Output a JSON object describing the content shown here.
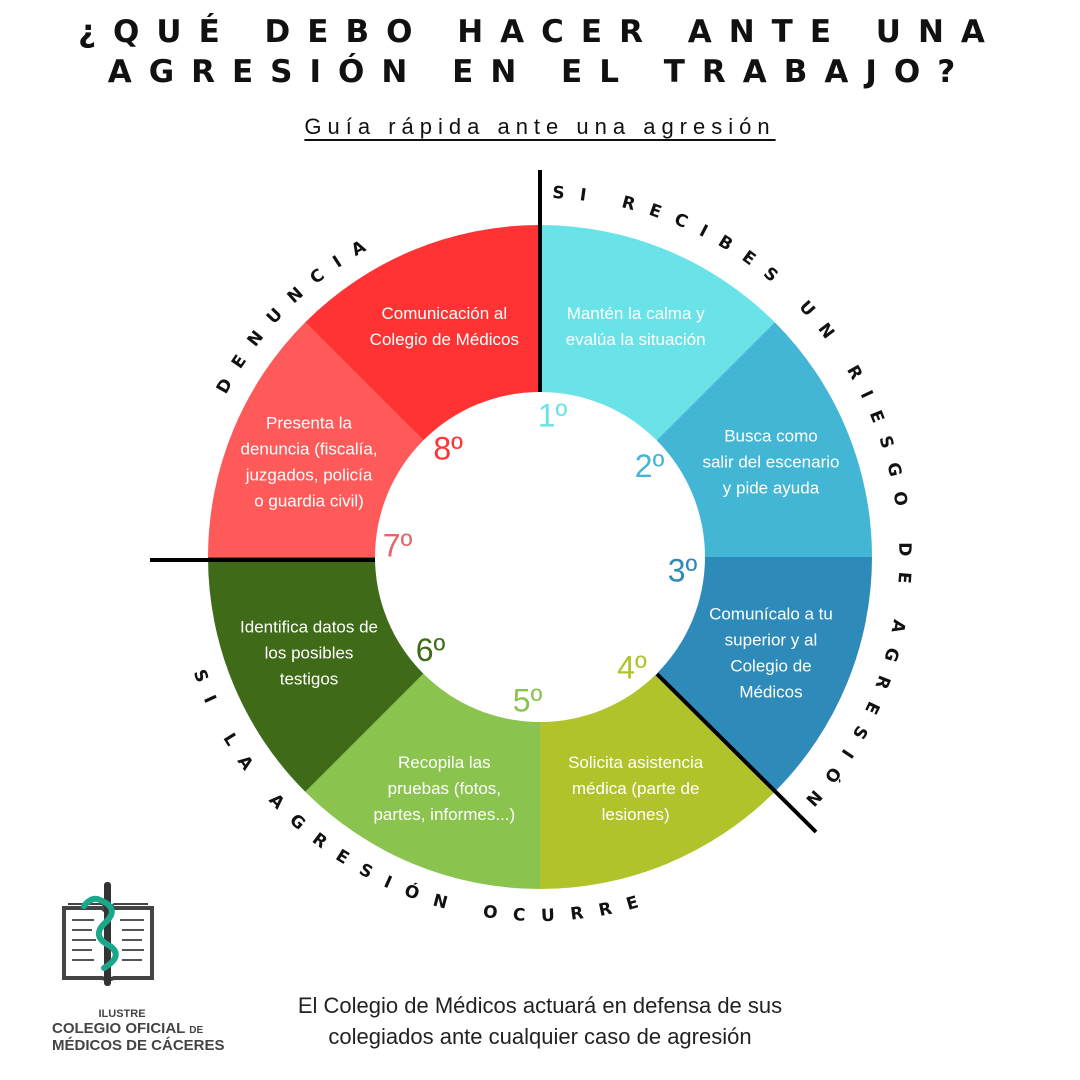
{
  "title": {
    "line1": "¿QUÉ DEBO HACER ANTE UNA",
    "line2": "AGRESIÓN EN EL TRABAJO?"
  },
  "subtitle": "Guía rápida ante una agresión",
  "arc_labels": {
    "top_right": "SI RECIBES UN RIESGO DE AGRESIÓN",
    "top_left": "DENUNCIA",
    "bottom_left": "SI LA AGRESIÓN OCURRE"
  },
  "steps": [
    {
      "number": "1º",
      "lines": [
        "Mantén la calma y",
        "evalúa la situación"
      ],
      "color": "#6ae3e8",
      "num_color": "#6ae3e8"
    },
    {
      "number": "2º",
      "lines": [
        "Busca como",
        "salir del escenario",
        "y pide ayuda"
      ],
      "color": "#43b6d6",
      "num_color": "#43b6d6"
    },
    {
      "number": "3º",
      "lines": [
        "Comunícalo a tu",
        "superior y al",
        "Colegio de",
        "Médicos"
      ],
      "color": "#2d8ab9",
      "num_color": "#2d8ab9"
    },
    {
      "number": "4º",
      "lines": [
        "Solicita asistencia",
        "médica (parte de",
        "lesiones)"
      ],
      "color": "#b0c32a",
      "num_color": "#b0c32a"
    },
    {
      "number": "5º",
      "lines": [
        "Recopila las",
        "pruebas (fotos,",
        "partes, informes...)"
      ],
      "color": "#8bc34f",
      "num_color": "#8bc34f"
    },
    {
      "number": "6º",
      "lines": [
        "Identifica datos de",
        "los posibles",
        "testigos"
      ],
      "color": "#3f6b18",
      "num_color": "#3f6b18"
    },
    {
      "number": "7º",
      "lines": [
        "Presenta la",
        "denuncia (fiscalía,",
        "juzgados, policía",
        "o guardia civil)"
      ],
      "color": "#ff5a5a",
      "num_color": "#e0676a"
    },
    {
      "number": "8º",
      "lines": [
        "Comunicación al",
        "Colegio de Médicos"
      ],
      "color": "#ff3333",
      "num_color": "#ff3333"
    }
  ],
  "footer": {
    "line1": "El Colegio de Médicos actuará en defensa de sus",
    "line2": "colegiados ante cualquier caso de agresión"
  },
  "logo": {
    "line1": "ILUSTRE",
    "line2": "COLEGIO OFICIAL",
    "line2_small": "DE",
    "line3": "MÉDICOS DE CÁCERES",
    "accent": "#1aa88a"
  }
}
